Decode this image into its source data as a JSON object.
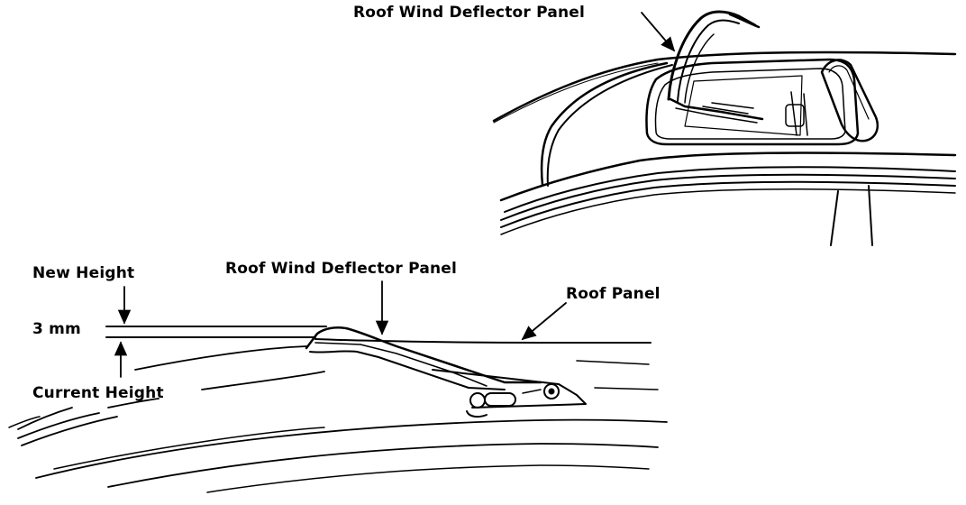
{
  "labels": {
    "top_deflector": "Roof Wind Deflector Panel",
    "new_height": "New Height",
    "measurement": "3 mm",
    "current_height": "Current Height",
    "mid_deflector": "Roof Wind Deflector Panel",
    "roof_panel": "Roof Panel"
  },
  "colors": {
    "ink": "#000000",
    "background": "#ffffff"
  }
}
